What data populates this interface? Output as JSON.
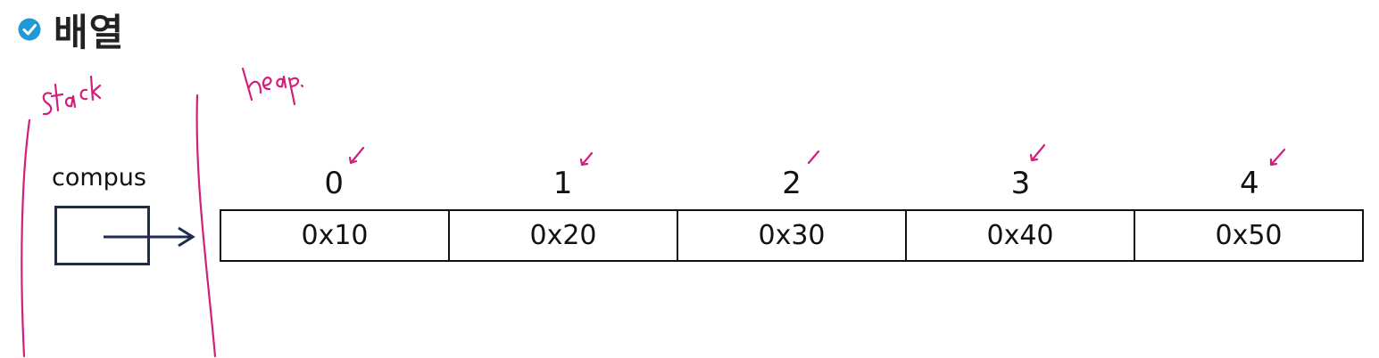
{
  "title": "배열",
  "colors": {
    "accent": "#1f9ad6",
    "annotation": "#d0217a",
    "box": "#1f2d4d"
  },
  "handwritten": {
    "stack_label": "Stack",
    "heap_label": "heap."
  },
  "stack": {
    "variable_name": "compus"
  },
  "array": {
    "indices": [
      "0",
      "1",
      "2",
      "3",
      "4"
    ],
    "cells": [
      "0x10",
      "0x20",
      "0x30",
      "0x40",
      "0x50"
    ]
  }
}
